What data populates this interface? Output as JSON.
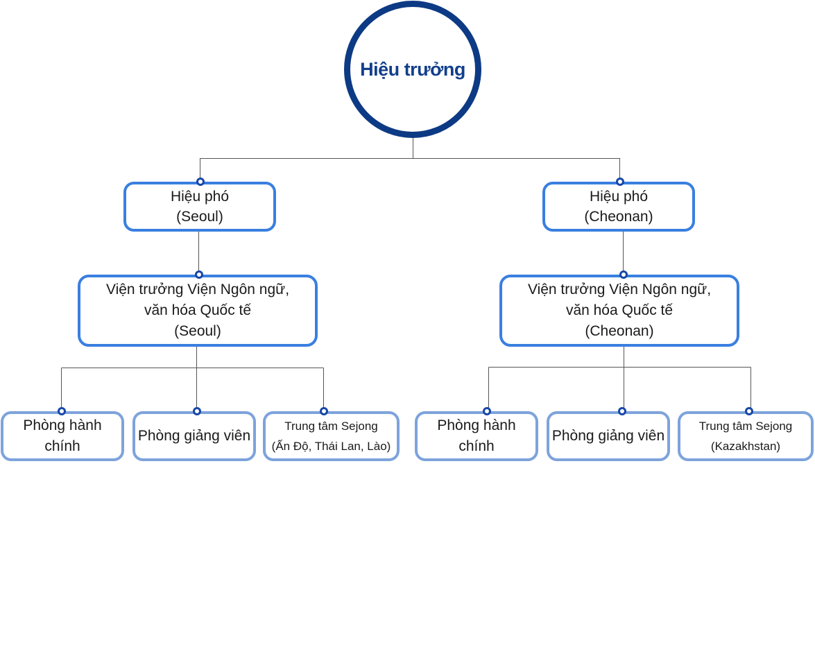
{
  "root": {
    "label": "Hiệu trưởng"
  },
  "seoul": {
    "vice_principal": [
      "Hiệu phó",
      "(Seoul)"
    ],
    "institute_director": [
      "Viện trưởng Viện Ngôn ngữ,",
      "văn hóa Quốc tế",
      "(Seoul)"
    ],
    "departments": {
      "admin": [
        "Phòng hành",
        "chính"
      ],
      "lecturers": [
        "Phòng giảng viên"
      ],
      "sejong": [
        "Trung tâm Sejong",
        "(Ấn Độ, Thái Lan, Lào)"
      ]
    }
  },
  "cheonan": {
    "vice_principal": [
      "Hiệu phó",
      "(Cheonan)"
    ],
    "institute_director": [
      "Viện trưởng Viện Ngôn ngữ,",
      "văn hóa Quốc tế",
      "(Cheonan)"
    ],
    "departments": {
      "admin": [
        "Phòng hành",
        "chính"
      ],
      "lecturers": [
        "Phòng giảng viên"
      ],
      "sejong": [
        "Trung tâm Sejong",
        "(Kazakhstan)"
      ]
    }
  },
  "colors": {
    "root_border": "#0d3a84",
    "root_text": "#123f8c",
    "level_border": "#3a7fe0",
    "department_border": "#7ea3dc",
    "connector_line": "#555555",
    "connector_dot": "#1747a6"
  }
}
